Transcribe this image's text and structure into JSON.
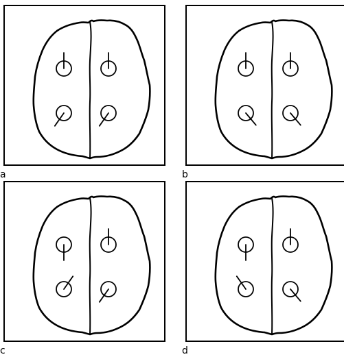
{
  "panels": [
    {
      "label": "a",
      "electrodes": [
        {
          "position": "left-front",
          "needle_angle_deg": 0
        },
        {
          "position": "right-front",
          "needle_angle_deg": 0
        },
        {
          "position": "left-back",
          "needle_angle_deg": 215
        },
        {
          "position": "right-back",
          "needle_angle_deg": 215
        }
      ]
    },
    {
      "label": "b",
      "electrodes": [
        {
          "position": "left-front",
          "needle_angle_deg": 0
        },
        {
          "position": "right-front",
          "needle_angle_deg": 0
        },
        {
          "position": "left-back",
          "needle_angle_deg": 140
        },
        {
          "position": "right-back",
          "needle_angle_deg": 140
        }
      ]
    },
    {
      "label": "c",
      "electrodes": [
        {
          "position": "left-front",
          "needle_angle_deg": 180
        },
        {
          "position": "right-front",
          "needle_angle_deg": 0
        },
        {
          "position": "left-back",
          "needle_angle_deg": 35
        },
        {
          "position": "right-back",
          "needle_angle_deg": 215
        }
      ]
    },
    {
      "label": "d",
      "electrodes": [
        {
          "position": "left-front",
          "needle_angle_deg": 180
        },
        {
          "position": "right-front",
          "needle_angle_deg": 0
        },
        {
          "position": "left-back",
          "needle_angle_deg": 325
        },
        {
          "position": "right-back",
          "needle_angle_deg": 140
        }
      ]
    }
  ]
}
